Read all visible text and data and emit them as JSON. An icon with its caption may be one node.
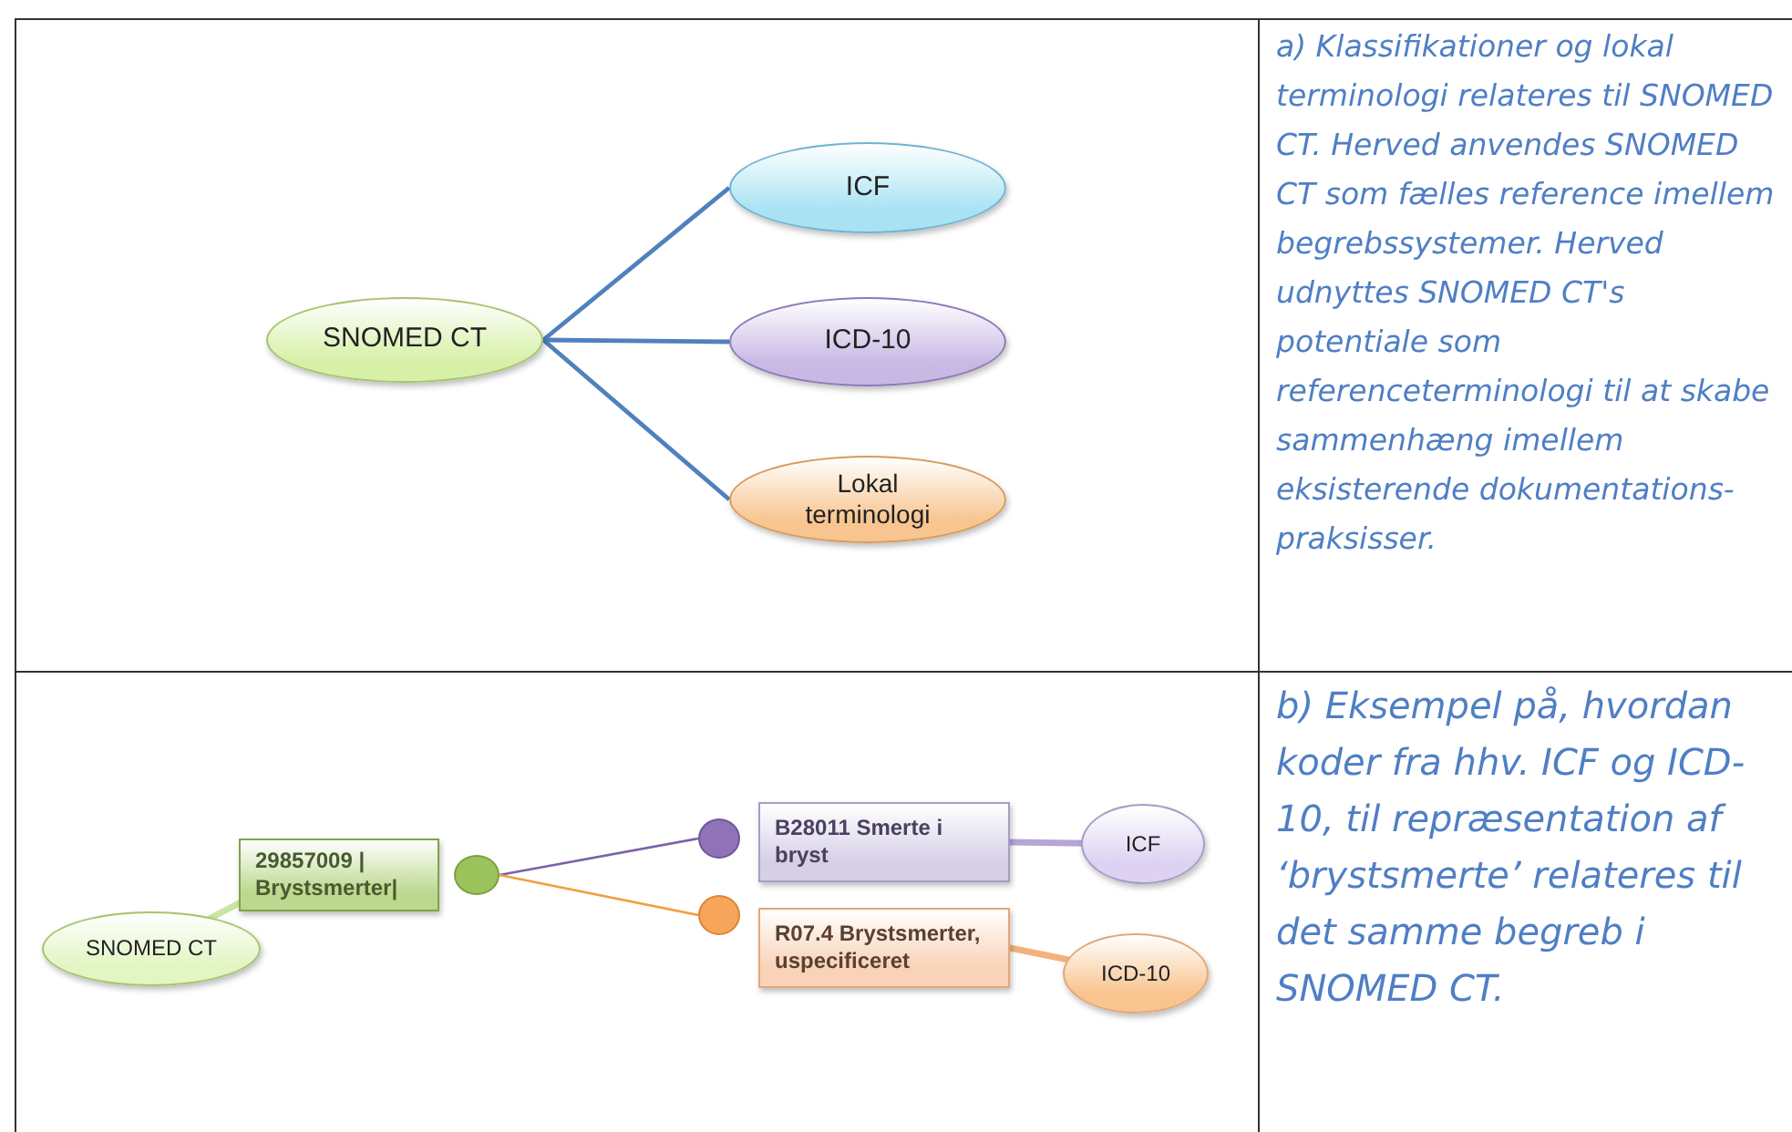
{
  "diagram": {
    "nodes": [
      {
        "text": [
          "SNOMED CT"
        ]
      },
      {
        "text": [
          "ICF"
        ]
      },
      {
        "text": [
          "ICD-10"
        ]
      },
      {
        "text": [
          "Lokal terminologi"
        ]
      },
      {
        "text": [
          "29857009 | Brystsmerter|"
        ]
      },
      {
        "text": [],
        "shape": "circle"
      },
      {
        "text": [],
        "shape": "circle"
      },
      {
        "text": [],
        "shape": "circle"
      },
      {
        "text": [
          "B28011 Smerte i bryst"
        ]
      },
      {
        "text": [
          "R07.4 Brystsmerter, uspecificeret"
        ]
      },
      {
        "text": [
          "SNOMED CT"
        ]
      },
      {
        "text": [
          "ICF"
        ]
      },
      {
        "text": [
          "ICD-10"
        ]
      }
    ],
    "edges": [
      {
        "from": 0,
        "to": 1,
        "arrow": "none"
      },
      {
        "from": 0,
        "to": 2,
        "arrow": "none"
      },
      {
        "from": 0,
        "to": 3,
        "arrow": "none"
      },
      {
        "from": 5,
        "to": 6,
        "arrow": "none",
        "color": "#7a62a8"
      },
      {
        "from": 5,
        "to": 7,
        "arrow": "none",
        "color": "#f0a040"
      },
      {
        "from": 10,
        "to": 4,
        "arrow": "none",
        "color": "#c9e6a4"
      },
      {
        "from": 11,
        "to": 8,
        "arrow": "none",
        "color": "#b6a6d6"
      },
      {
        "from": 12,
        "to": 9,
        "arrow": "none",
        "color": "#f2b27a"
      }
    ],
    "labels": [
      "a) Klassifikationer og lokal terminologi relateres til SNOMED CT. Herved anvendes SNOMED CT som fælles reference imellem begrebssystemer. Herved udnyttes SNOMED CT's potentiale som referenceterminologi til at skabe sammenhæng imellem eksisterende dokumentations-praksisser.",
      "b) Eksempel på, hvordan koder fra hhv. ICF og ICD-10, til repræsentation af ‘brystsmerte’ relateres til det samme begreb i SNOMED CT."
    ]
  }
}
